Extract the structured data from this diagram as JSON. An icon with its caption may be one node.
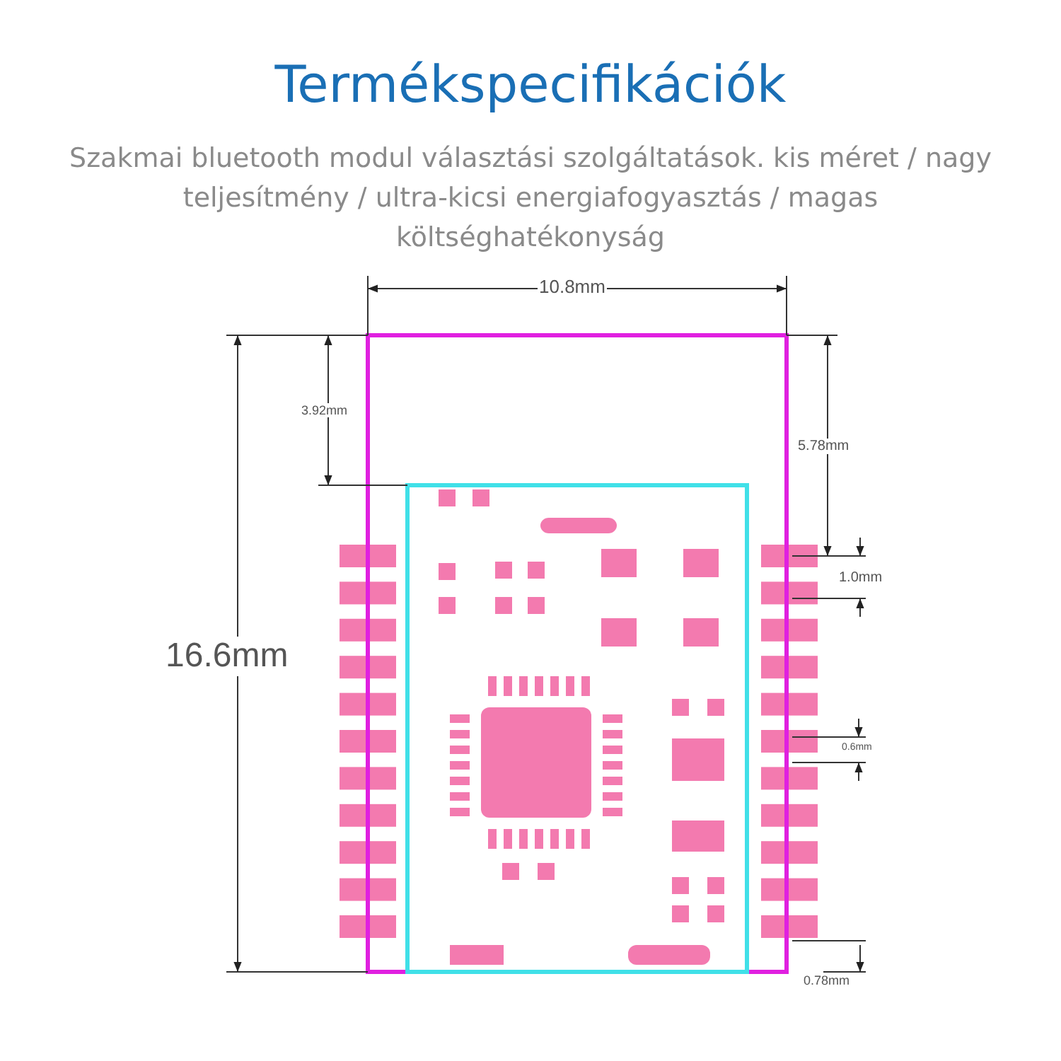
{
  "diagram": {
    "title": "Termékspecifikációk",
    "caption": "Szakmai bluetooth modul választási szolgáltatások. kis méret / nagy teljesítmény / ultra-kicsi energiafogyasztás / magas költséghatékonyság",
    "labels": [
      "10.8mm",
      "3.92mm",
      "5.78mm",
      "1.0mm",
      "16.6mm",
      "0.6mm",
      "0.78mm"
    ]
  }
}
